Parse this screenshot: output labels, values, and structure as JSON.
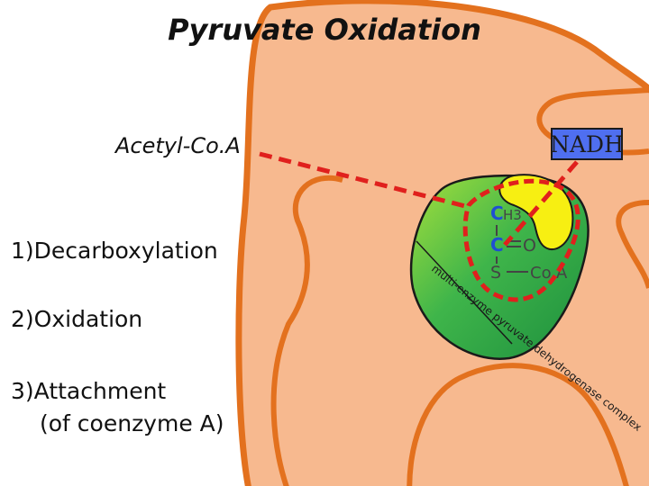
{
  "title": "Pyruvate Oxidation",
  "product_label": "Acetyl-Co.A",
  "nadh_label": "NADH",
  "steps": [
    {
      "text": "1)Decarboxylation"
    },
    {
      "text": "2)Oxidation"
    },
    {
      "text": "3)Attachment"
    },
    {
      "text": "(of coenzyme A)"
    }
  ],
  "enzyme_label": "multi-enzyme pyruvate dehydrogenase complex",
  "molecule": {
    "top": {
      "atom": "C",
      "subscript": "H3"
    },
    "middle": {
      "atom": "C",
      "bond": "=",
      "partner": "O"
    },
    "bottom": {
      "atom": "S",
      "bond": "—",
      "partner": "Co.A"
    }
  },
  "colors": {
    "mitochondrion_fill": "#f7b98f",
    "mitochondrion_border": "#e3711e",
    "enzyme_green": "#2fa84a",
    "enzyme_light_green": "#8bd43a",
    "enzyme_yellow": "#f7ef12",
    "carbon_blue": "#1f4fd1",
    "dashed_red": "#e0201d",
    "nadh_box": "#4f6ff0"
  }
}
